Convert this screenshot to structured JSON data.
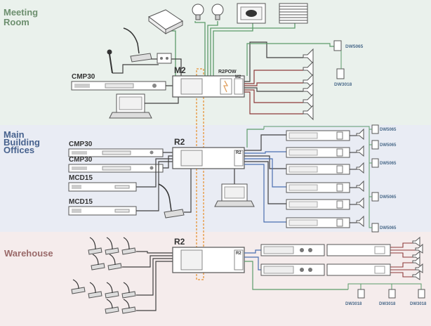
{
  "zones": [
    {
      "name": "Meeting Room",
      "lines": [
        "Meeting",
        "Room"
      ],
      "bg": "#eaf1ec",
      "color": "#6d8f6f"
    },
    {
      "name": "Main Building Offices",
      "lines": [
        "Main",
        "Building",
        "Offices"
      ],
      "bg": "#e9ecf4",
      "color": "#47628e"
    },
    {
      "name": "Warehouse",
      "lines": [
        "Warehouse"
      ],
      "bg": "#f5ecec",
      "color": "#9a6a6a"
    }
  ],
  "devices": {
    "m2": "M2",
    "r2pow": "R2POW",
    "m2_tag": "M2",
    "r2_office": "R2",
    "r2_office_tag": "R2",
    "r2_warehouse": "R2",
    "r2_warehouse_tag": "R2",
    "cmp30_meeting": "CMP30",
    "cmp30_office_1": "CMP30",
    "cmp30_office_2": "CMP30",
    "mcd15_1": "MCD15",
    "mcd15_2": "MCD15"
  },
  "wall_panels": {
    "meeting": [
      "DW5065",
      "DW3018"
    ],
    "office": [
      "DW5065",
      "DW5065",
      "DW5065",
      "DW5065",
      "DW5065"
    ],
    "warehouse": [
      "DW3018",
      "DW3018",
      "DW3018"
    ]
  },
  "colors": {
    "wire_dark": "#404040",
    "wire_red": "#8e3a3a",
    "wire_blue": "#4a6fb0",
    "wire_green": "#5c9b6a",
    "fiber_link": "#e8a050",
    "device_outline": "#555555"
  }
}
